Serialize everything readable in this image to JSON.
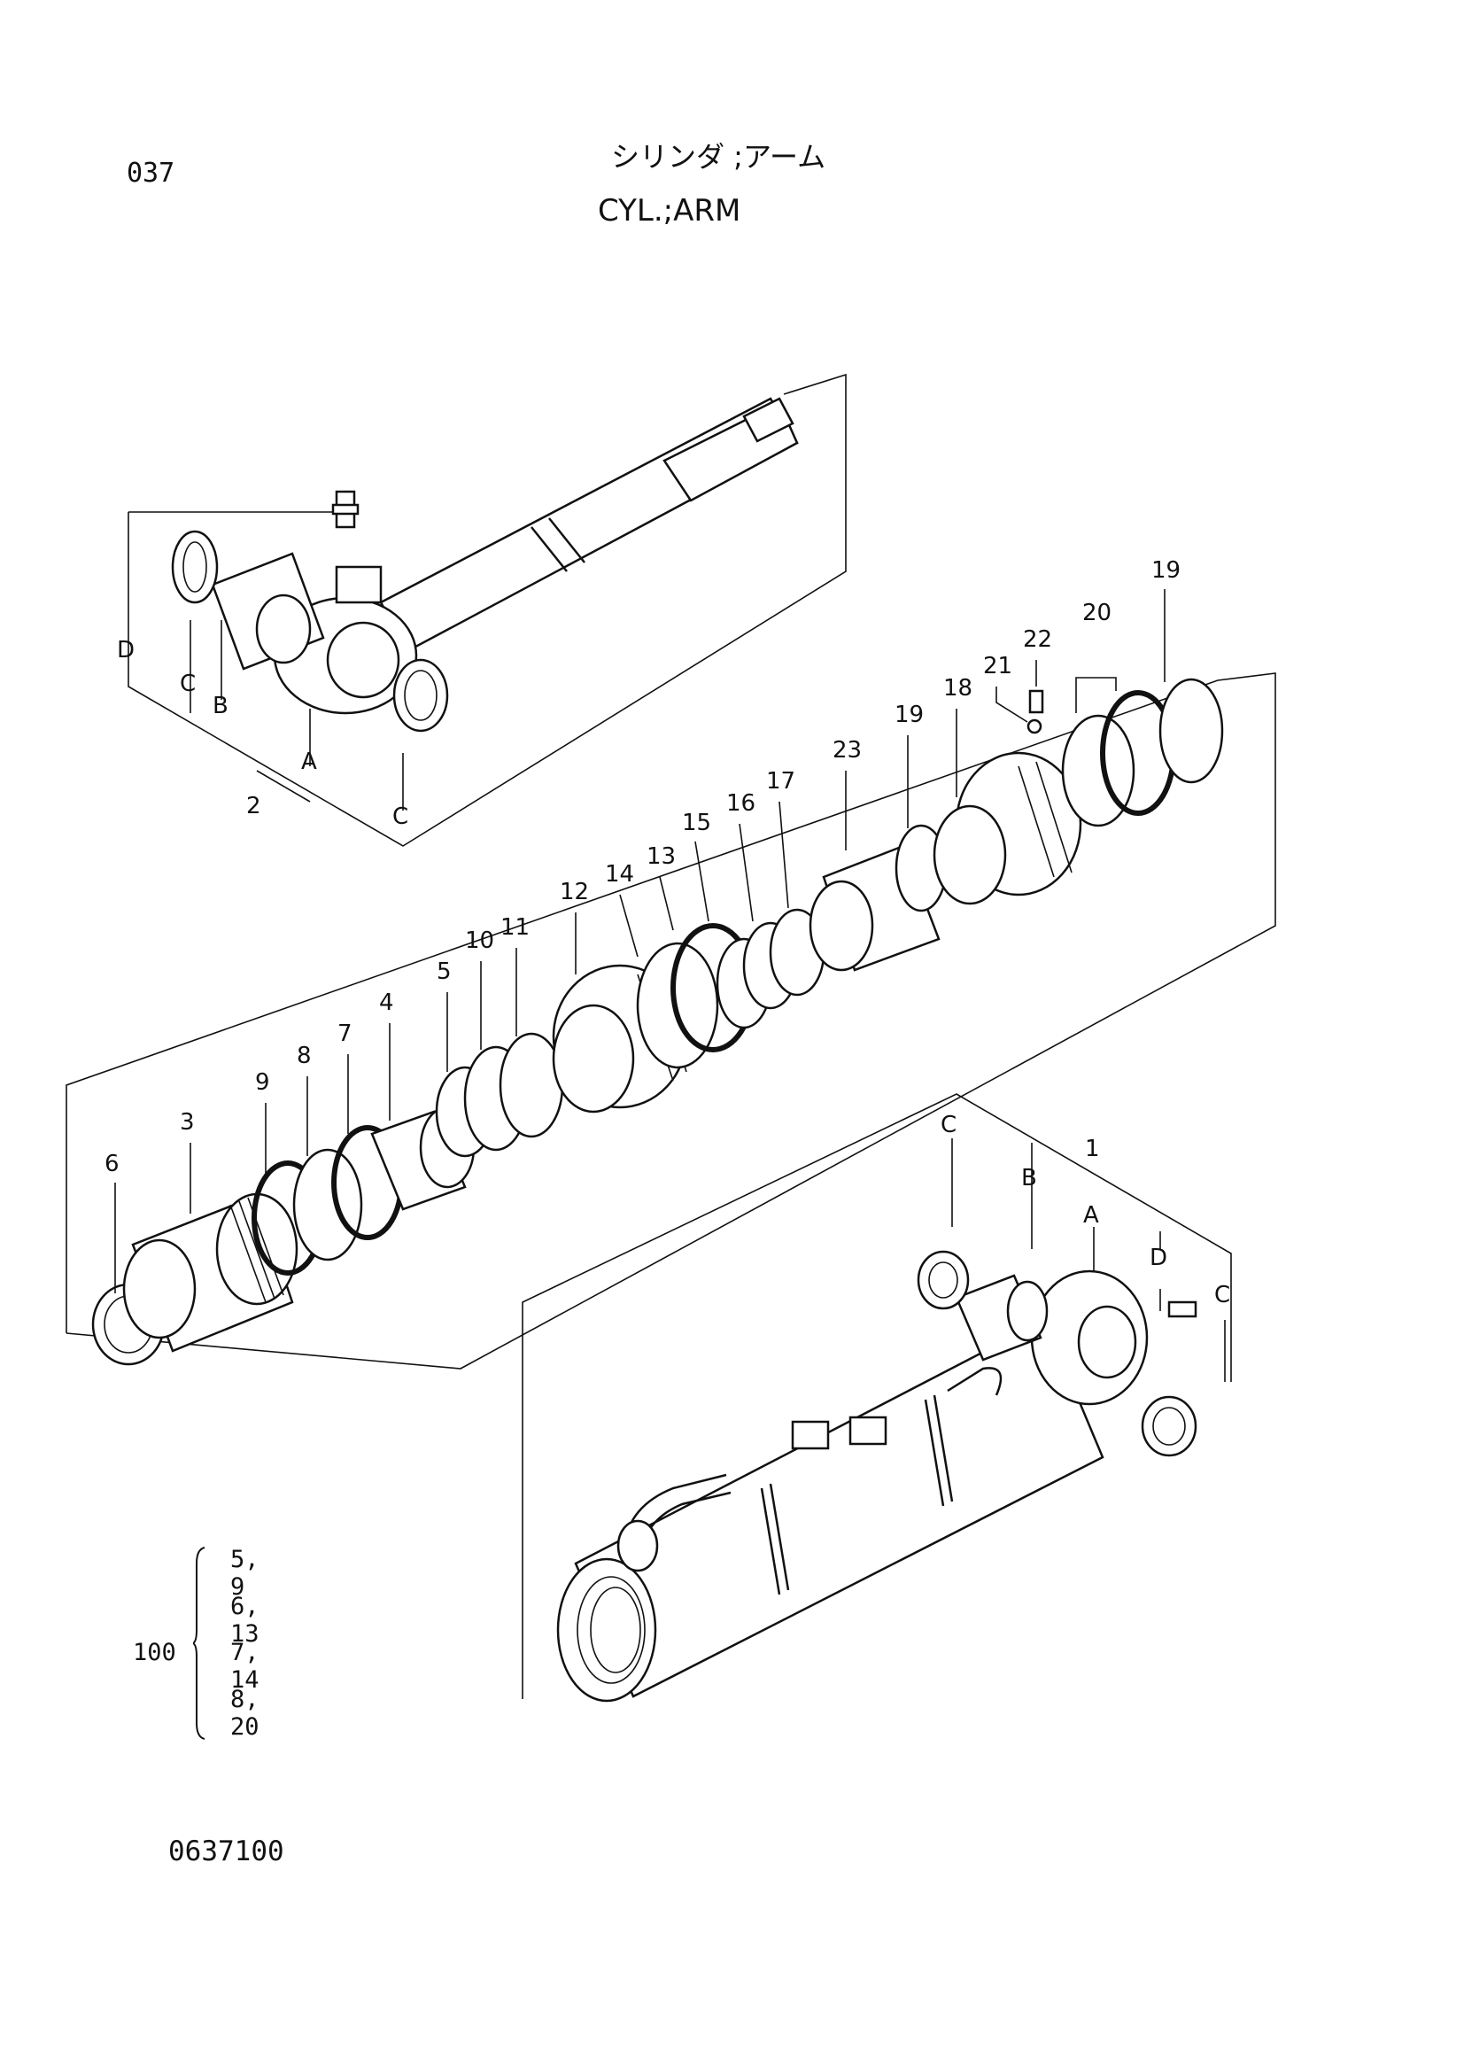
{
  "header": {
    "page_code": "037",
    "title_jp": "シリンダ ;アーム",
    "title_en": "CYL.;ARM"
  },
  "callouts": {
    "top_group": {
      "D": "D",
      "C1": "C",
      "B": "B",
      "A": "A",
      "C2": "C",
      "assy": "2"
    },
    "parts": {
      "p3": "3",
      "p4": "4",
      "p5": "5",
      "p6": "6",
      "p7": "7",
      "p8": "8",
      "p9": "9",
      "p10": "10",
      "p11": "11",
      "p12": "12",
      "p13": "13",
      "p14": "14",
      "p15": "15",
      "p16": "16",
      "p17": "17",
      "p18": "18",
      "p19a": "19",
      "p19b": "19",
      "p20": "20",
      "p21": "21",
      "p22": "22",
      "p23": "23"
    },
    "bottom_group": {
      "C1": "C",
      "B": "B",
      "assy": "1",
      "A": "A",
      "D": "D",
      "C2": "C"
    }
  },
  "seal_kit": {
    "kit_no": "100",
    "rows": [
      "5, 9",
      "6, 13",
      "7, 14",
      "8, 20"
    ]
  },
  "footer": {
    "drawing_no": "0637100"
  }
}
